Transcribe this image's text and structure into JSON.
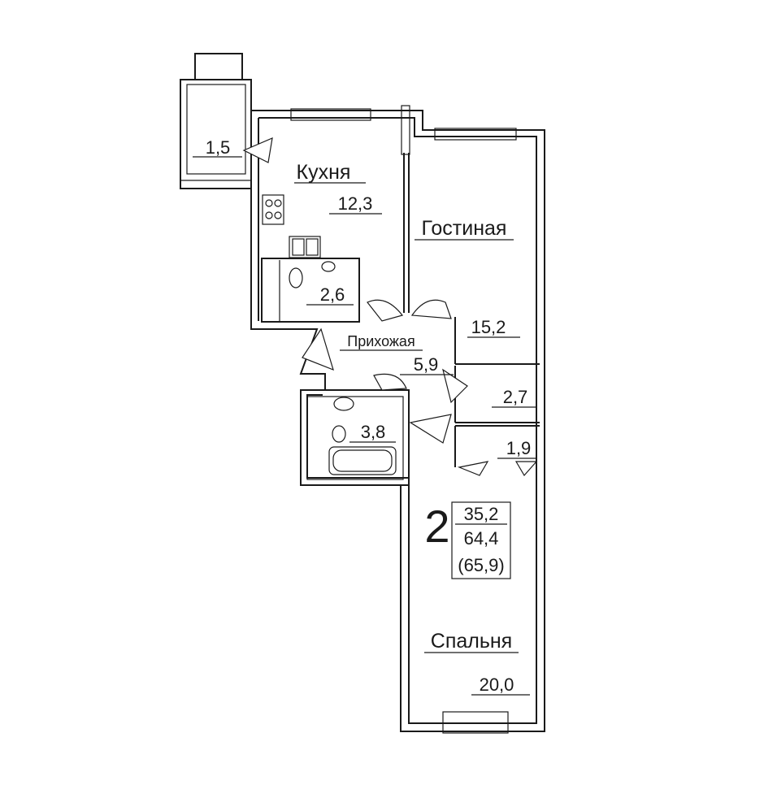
{
  "rooms": {
    "kitchen": {
      "name": "Кухня",
      "area": "12,3"
    },
    "living": {
      "name": "Гостиная",
      "area": "15,2"
    },
    "hallway": {
      "name": "Прихожая",
      "area": "5,9"
    },
    "bedroom": {
      "name": "Спальня",
      "area": "20,0"
    },
    "balcony": {
      "area": "1,5"
    },
    "wc": {
      "area": "2,6"
    },
    "bathroom": {
      "area": "3,8"
    },
    "storage_1": {
      "area": "2,7"
    },
    "storage_2": {
      "area": "1,9"
    }
  },
  "summary": {
    "rooms_count": "2",
    "living_area": "35,2",
    "total_area": "64,4",
    "total_with_balcony": "(65,9)"
  }
}
